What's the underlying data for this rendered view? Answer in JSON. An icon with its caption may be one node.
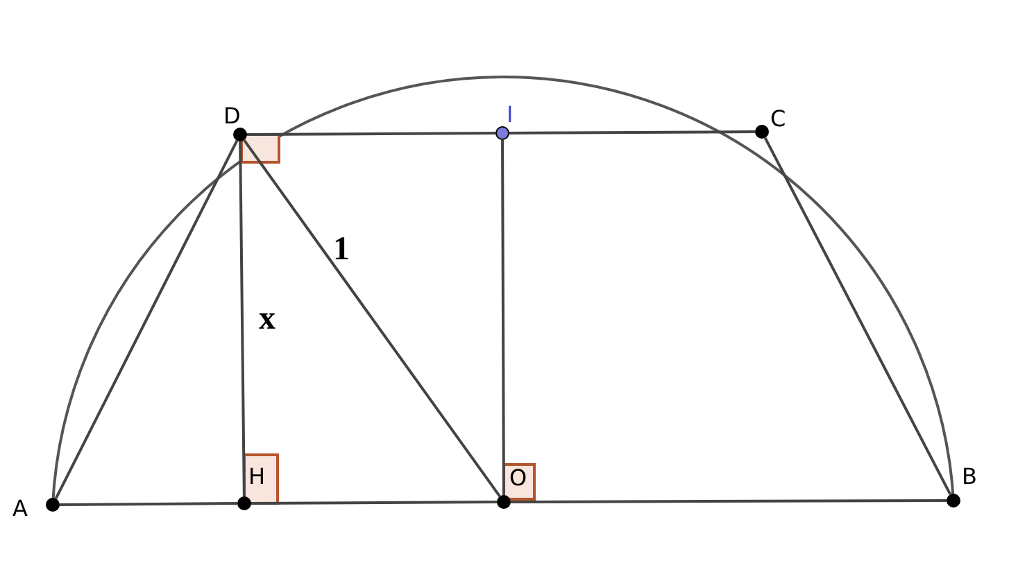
{
  "diagram": {
    "nodes": [
      {
        "text": [
          "D"
        ]
      },
      {
        "text": [
          "I"
        ]
      },
      {
        "text": [
          "C"
        ]
      },
      {
        "text": [
          "A"
        ]
      },
      {
        "text": [
          "H"
        ]
      },
      {
        "text": [
          "O"
        ]
      },
      {
        "text": [
          "B"
        ]
      }
    ],
    "edges": [
      {
        "from": 3,
        "to": 0,
        "arrow": "none"
      },
      {
        "from": 0,
        "to": 1,
        "arrow": "none"
      },
      {
        "from": 1,
        "to": 2,
        "arrow": "none"
      },
      {
        "from": 0,
        "to": 4,
        "arrow": "none",
        "label": "x"
      },
      {
        "from": 0,
        "to": 5,
        "arrow": "none",
        "label": "1"
      },
      {
        "from": 1,
        "to": 5,
        "arrow": "none"
      },
      {
        "from": 2,
        "to": 6,
        "arrow": "none"
      },
      {
        "from": 3,
        "to": 4,
        "arrow": "none"
      },
      {
        "from": 4,
        "to": 5,
        "arrow": "none"
      },
      {
        "from": 5,
        "to": 6,
        "arrow": "none"
      }
    ]
  }
}
